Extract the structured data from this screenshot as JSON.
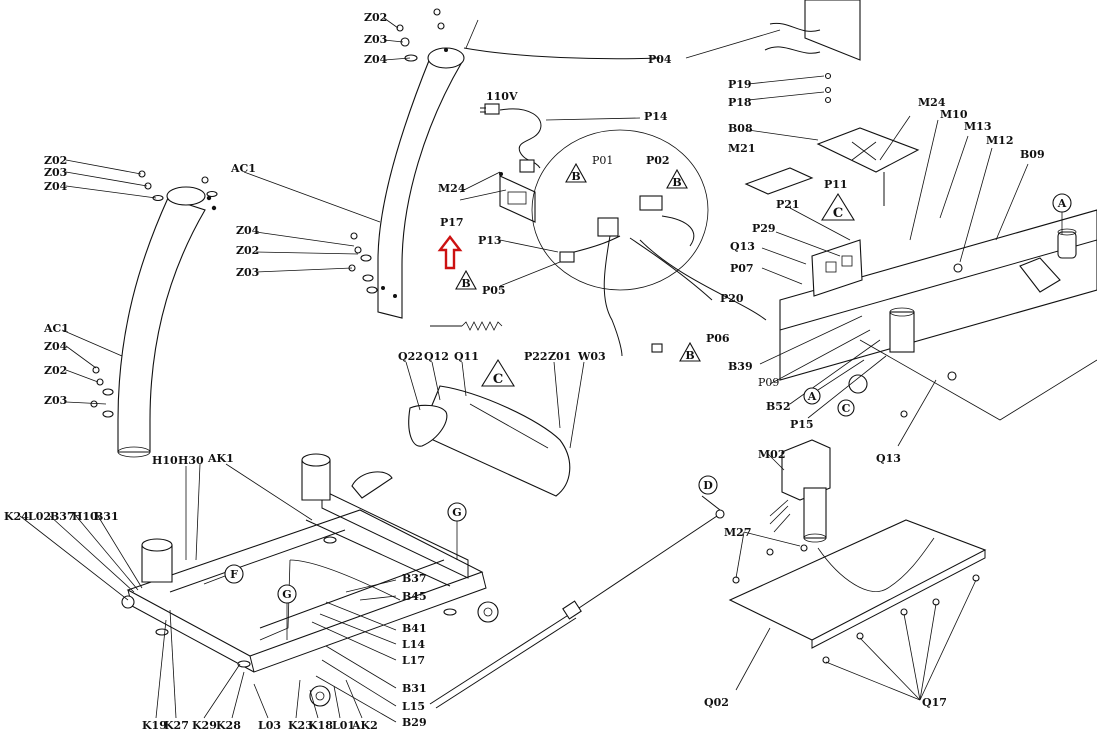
{
  "labels": {
    "z02_top": "Z02",
    "z03_top": "Z03",
    "z04_top": "Z04",
    "p04": "P04",
    "p14": "P14",
    "v110": "110V",
    "z02_left": "Z02",
    "z03_left": "Z03",
    "z04_left": "Z04",
    "ac1_top": "AC1",
    "z04_mid": "Z04",
    "z02_mid": "Z02",
    "z03_mid": "Z03",
    "m24_a": "M24",
    "p17": "P17",
    "p13": "P13",
    "p05": "P05",
    "p01": "P01",
    "p02": "P02",
    "p20": "P20",
    "p06": "P06",
    "p19": "P19",
    "p18": "P18",
    "b08": "B08",
    "m21": "M21",
    "m24_b": "M24",
    "m10": "M10",
    "m13": "M13",
    "m12": "M12",
    "b09": "B09",
    "p11": "P11",
    "p21": "P21",
    "p29": "P29",
    "q13_a": "Q13",
    "p07": "P07",
    "b39": "B39",
    "p09": "P09",
    "b52": "B52",
    "p15": "P15",
    "q13_b": "Q13",
    "ac1_left": "AC1",
    "z04_low": "Z04",
    "z02_low": "Z02",
    "z03_low": "Z03",
    "q22": "Q22",
    "q12": "Q12",
    "q11": "Q11",
    "p22": "P22",
    "z01": "Z01",
    "w03": "W03",
    "h10_a": "H10",
    "h30": "H30",
    "ak1": "AK1",
    "k24": "K24",
    "l02": "L02",
    "b37_a": "B37",
    "h10_b": "H10",
    "b31_a": "B31",
    "b37_b": "B37",
    "b45": "B45",
    "b41": "B41",
    "l14": "L14",
    "l17": "L17",
    "b31_b": "B31",
    "l15": "L15",
    "b29": "B29",
    "k19": "K19",
    "k27": "K27",
    "k29": "K29",
    "k28": "K28",
    "l03": "L03",
    "k23": "K23",
    "k18": "K18",
    "l01": "L01",
    "ak2": "AK2",
    "m02": "M02",
    "m27": "M27",
    "q02": "Q02",
    "q17": "Q17",
    "ref_a1": "A",
    "ref_a2": "A",
    "ref_d": "D",
    "ref_f": "F",
    "ref_g1": "G",
    "ref_g2": "G",
    "ref_c1": "C",
    "tri_b1": "B",
    "tri_b2": "B",
    "tri_b3": "B",
    "tri_b4": "B",
    "tri_c1": "C",
    "tri_c2": "C"
  },
  "colors": {
    "arrow": "#cc1111",
    "ink": "#111111"
  }
}
